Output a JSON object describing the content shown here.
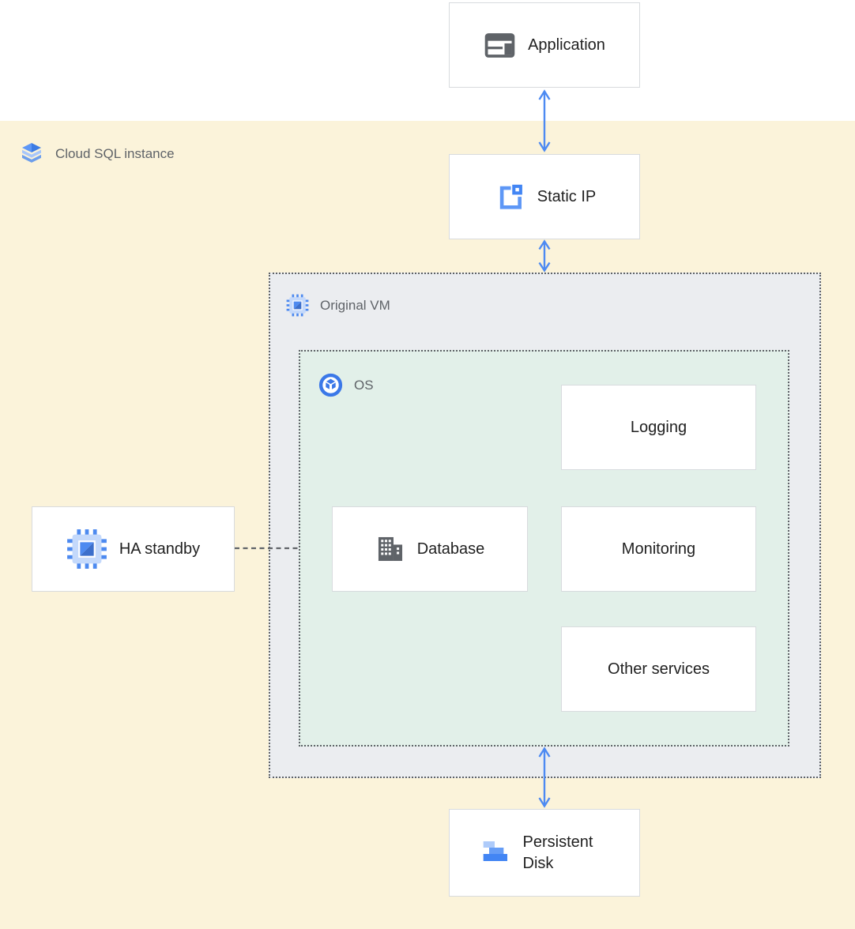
{
  "diagram": {
    "containers": {
      "cloud_sql": {
        "label": "Cloud SQL instance",
        "bg_color": "#fbf3da",
        "icon": "cloud-sql-icon"
      },
      "original_vm": {
        "label": "Original VM",
        "bg_color": "#ebedf0",
        "icon": "compute-engine-icon",
        "border": "dotted"
      },
      "os": {
        "label": "OS",
        "bg_color": "#e2f0e9",
        "icon": "os-icon",
        "border": "dotted"
      }
    },
    "nodes": {
      "application": {
        "label": "Application",
        "icon": "app-window-icon"
      },
      "static_ip": {
        "label": "Static IP",
        "icon": "static-ip-icon"
      },
      "ha_standby": {
        "label": "HA standby",
        "icon": "compute-engine-icon"
      },
      "database": {
        "label": "Database",
        "icon": "building-icon"
      },
      "logging": {
        "label": "Logging"
      },
      "monitoring": {
        "label": "Monitoring"
      },
      "other_services": {
        "label": "Other services"
      },
      "persistent_disk": {
        "label": "Persistent Disk",
        "icon": "persistent-disk-icon"
      }
    },
    "connections": [
      {
        "from": "application",
        "to": "static_ip",
        "style": "double-headed-arrow",
        "color": "#4d8af2"
      },
      {
        "from": "static_ip",
        "to": "original_vm",
        "style": "double-headed-arrow",
        "color": "#4d8af2"
      },
      {
        "from": "os",
        "to": "persistent_disk",
        "style": "double-headed-arrow",
        "color": "#4d8af2"
      },
      {
        "from": "ha_standby",
        "to": "os",
        "style": "dashed-line",
        "color": "#5f6368"
      }
    ],
    "colors": {
      "arrow_blue": "#4d8af2",
      "dotted_border_gray": "#5f6368",
      "container_label_gray": "#5f6368",
      "node_text": "#212121",
      "node_border": "#d8dbde",
      "cloud_sql_yellow": "#fbf3da",
      "vm_gray": "#ebedf0",
      "os_green": "#e2f0e9",
      "icon_gray": "#5f6368",
      "icon_blue": "#4285f4",
      "icon_light_blue": "#aecbfa"
    }
  }
}
